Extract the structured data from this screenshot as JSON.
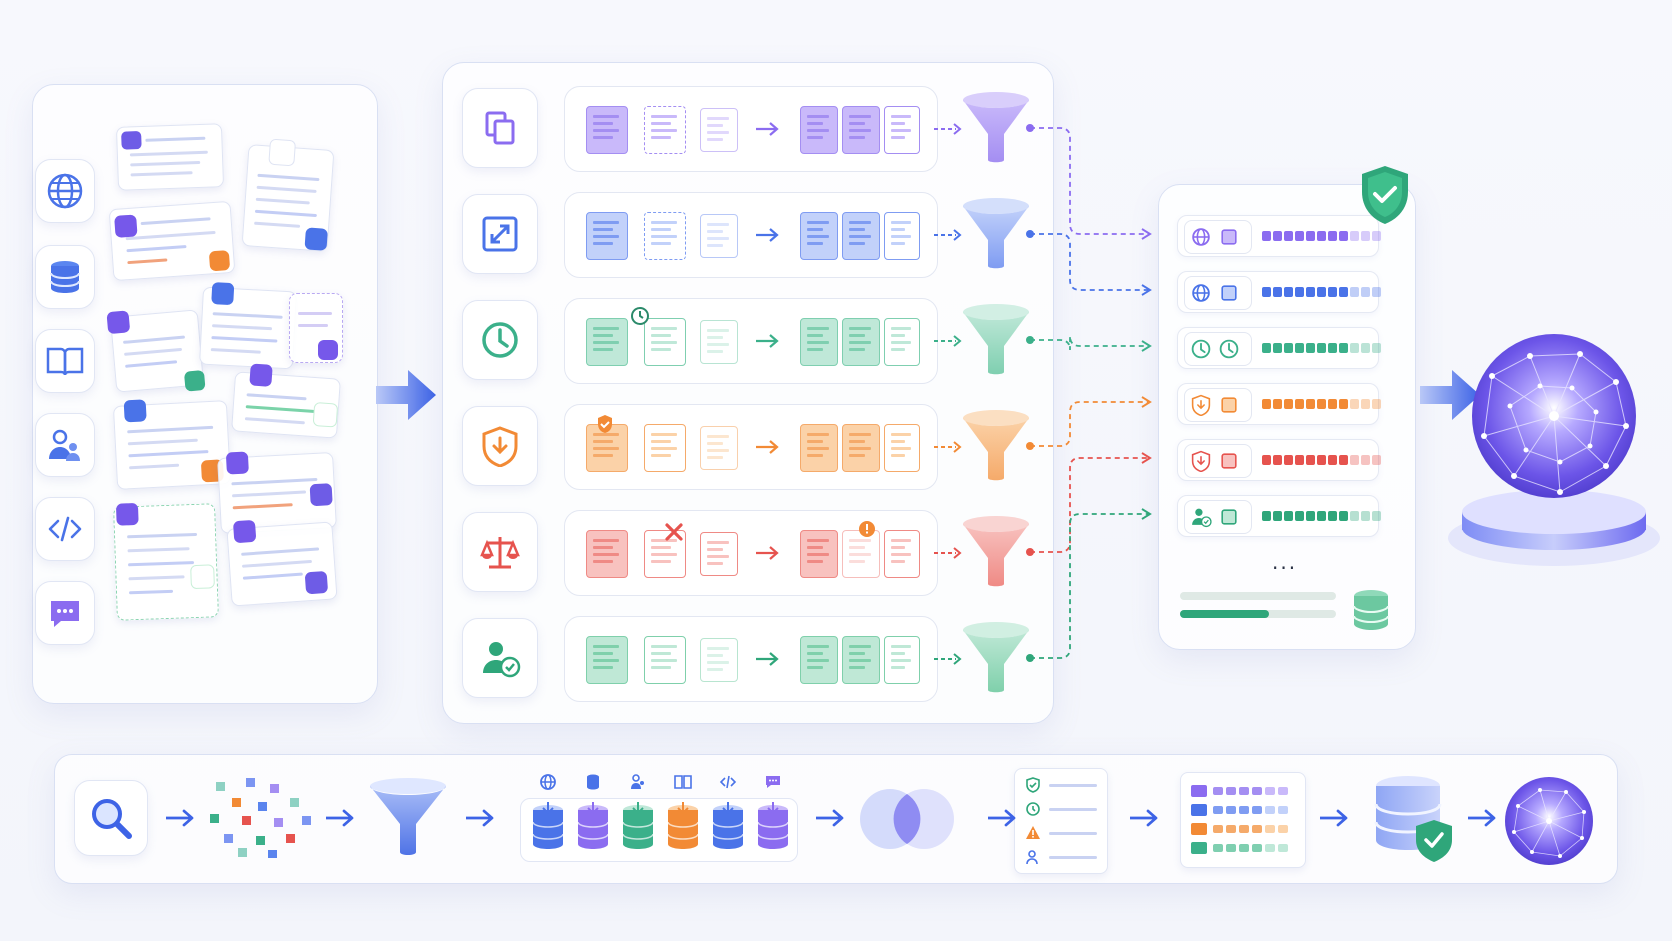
{
  "colors": {
    "purple": "#8b6cf0",
    "blue": "#4a73e8",
    "teal": "#3bb08a",
    "orange": "#f28a35",
    "red": "#e6534e",
    "green": "#2fa67a"
  },
  "sources": {
    "icons": [
      "globe-icon",
      "database-icon",
      "book-icon",
      "users-icon",
      "code-icon",
      "chat-icon"
    ]
  },
  "pipeline": {
    "stages": [
      {
        "icon": "copy-icon",
        "color": "purple"
      },
      {
        "icon": "expand-icon",
        "color": "blue"
      },
      {
        "icon": "clock-icon",
        "color": "teal"
      },
      {
        "icon": "shield-down-icon",
        "color": "orange"
      },
      {
        "icon": "scale-icon",
        "color": "red"
      },
      {
        "icon": "user-check-icon",
        "color": "green"
      }
    ]
  },
  "output": {
    "ellipsis": "...",
    "progress": 0.57
  }
}
